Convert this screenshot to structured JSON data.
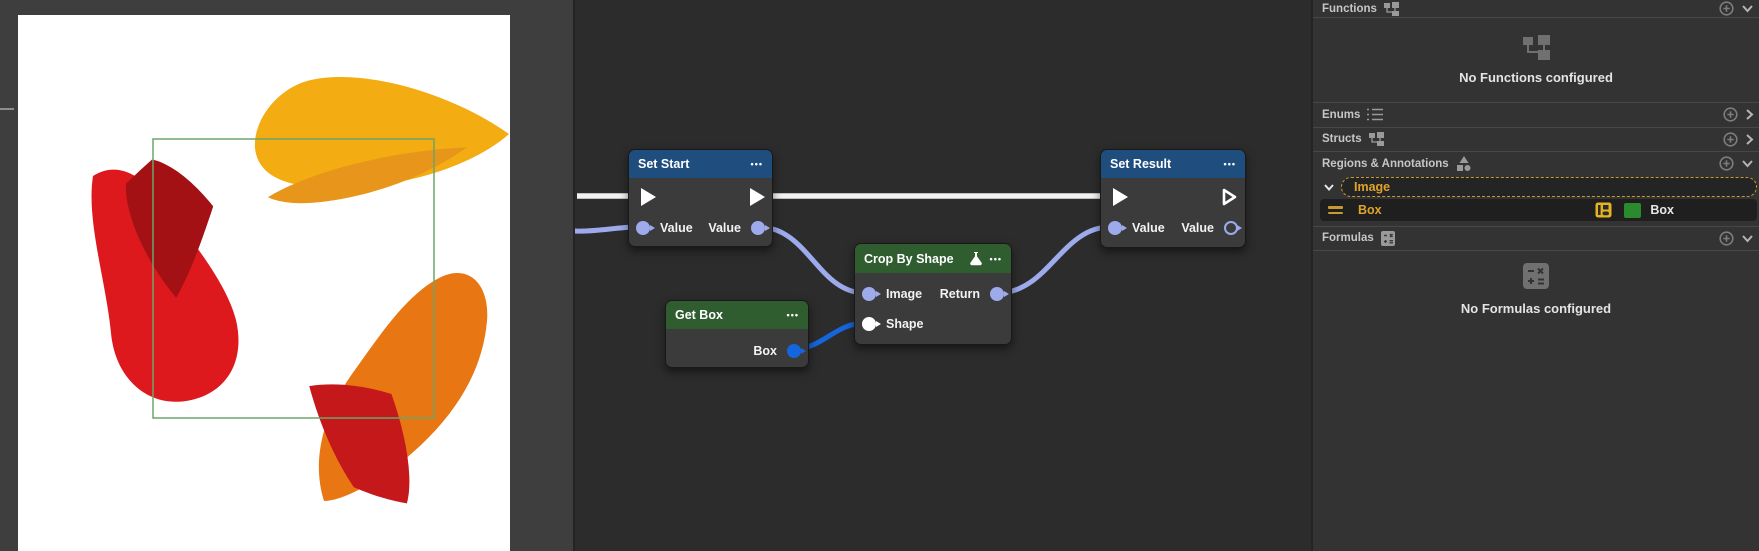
{
  "ui": {
    "menu_dots": "•••"
  },
  "image_viewer": {
    "shapes": [
      "yellow-teardrop",
      "red-teardrop",
      "orange-teardrop"
    ],
    "selection_region": "box"
  },
  "graph": {
    "nodes": {
      "set_start": {
        "title": "Set Start",
        "in_value": "Value",
        "out_value": "Value"
      },
      "get_box": {
        "title": "Get Box",
        "out_box": "Box"
      },
      "crop_by_shape": {
        "title": "Crop By Shape",
        "in_image": "Image",
        "out_return": "Return",
        "in_shape": "Shape"
      },
      "set_result": {
        "title": "Set Result",
        "in_value": "Value",
        "out_value": "Value"
      }
    }
  },
  "panel": {
    "functions": {
      "label": "Functions",
      "empty": "No Functions configured"
    },
    "enums": {
      "label": "Enums"
    },
    "structs": {
      "label": "Structs"
    },
    "regions": {
      "label": "Regions & Annotations",
      "image_group": "Image",
      "box_item": "Box",
      "box_type_label": "Box"
    },
    "formulas": {
      "label": "Formulas",
      "empty": "No Formulas configured"
    }
  },
  "colors": {
    "node_header_blue": "#1e4d7e",
    "node_header_green": "#2f5d30",
    "wire_lavender": "#9dabec",
    "wire_blue": "#1565dd",
    "exec_white": "#f2f2f2",
    "accent_gold": "#e0a42a",
    "region_green": "#2b8a2e",
    "selection_box_green": "#6ba56b",
    "shape_yellow": "#f3ac12",
    "shape_orange": "#e87713",
    "shape_red": "#dd191d"
  }
}
